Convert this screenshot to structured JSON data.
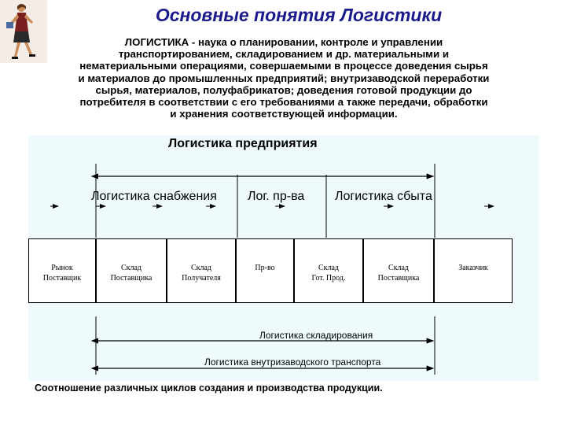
{
  "title": "Основные понятия Логистики",
  "definition": {
    "lines": [
      "ЛОГИСТИКА - наука о планировании, контроле и управлении",
      "транспортированием, складированием и др. материальными и",
      "нематериальными операциями, совершаемыми в процессе доведения сырья",
      "и материалов до промышленных предприятий; внутризаводской переработки",
      "сырья, материалов, полуфабрикатов; доведения готовой продукции до",
      "потребителя в соответствии с его требованиями а также передачи, обработки",
      "и хранения соответствующей информации."
    ]
  },
  "diagram": {
    "title": "Логистика предприятия",
    "phases": {
      "supply": "Логистика снабжения",
      "production": "Лог. пр-ва",
      "sales": "Логистика сбыта"
    },
    "nodes": [
      {
        "line1": "Рынок",
        "line2": "Поставщик"
      },
      {
        "line1": "Склад",
        "line2": "Поставщика"
      },
      {
        "line1": "Склад",
        "line2": "Получателя"
      },
      {
        "line1": "Пр-во",
        "line2": ""
      },
      {
        "line1": "Склад",
        "line2": "Гот. Прод."
      },
      {
        "line1": "Склад",
        "line2": "Поставщика"
      },
      {
        "line1": "Заказчик",
        "line2": ""
      }
    ],
    "storage_logistics": "Логистика складирования",
    "transport_logistics": "Логистика внутризаводского транспорта"
  },
  "caption": "Соотношение различных циклов создания и производства продукции.",
  "colors": {
    "title": "#1a1a8c",
    "panel_background": "#eefafc"
  },
  "icons": [
    "walking-woman-figure"
  ]
}
